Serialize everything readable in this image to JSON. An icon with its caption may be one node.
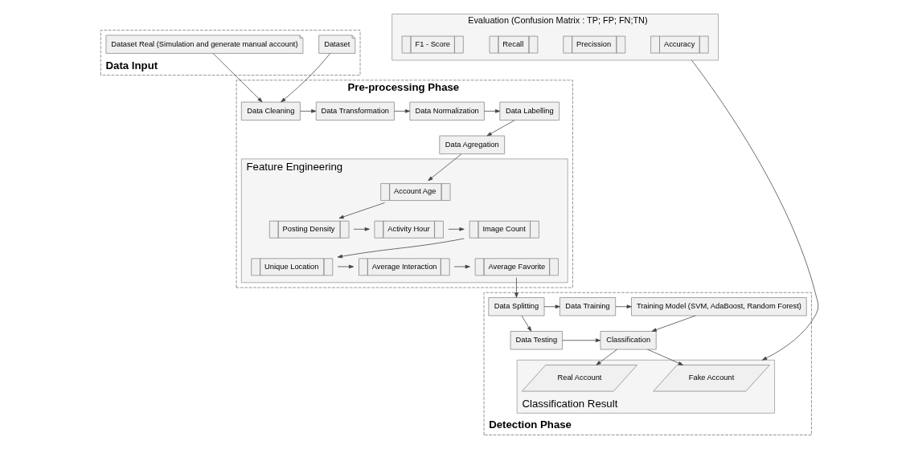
{
  "diagram": {
    "nodes": [
      {
        "text": [
          "Data Input"
        ]
      },
      {
        "text": [
          "Dataset"
        ],
        "in": 0
      },
      {
        "text": [
          "Dataset Real (Simulation and generate manual account)"
        ],
        "in": 0
      },
      {
        "text": [
          "Pre-processing Phase"
        ]
      },
      {
        "text": [
          "Data Cleaning"
        ],
        "in": 3
      },
      {
        "text": [
          "Data Transformation"
        ],
        "in": 3
      },
      {
        "text": [
          "Data Normalization"
        ],
        "in": 3
      },
      {
        "text": [
          "Data Labelling"
        ],
        "in": 3
      },
      {
        "text": [
          "Data Agregation"
        ],
        "in": 3
      },
      {
        "text": [
          "Feature Engineering"
        ],
        "in": 3
      },
      {
        "text": [
          "Account Age"
        ],
        "in": 9
      },
      {
        "text": [
          "Image Count"
        ],
        "in": 9
      },
      {
        "text": [
          "Activity Hour"
        ],
        "in": 9
      },
      {
        "text": [
          "Posting Density"
        ],
        "in": 9
      },
      {
        "text": [
          "Unique Location"
        ],
        "in": 9
      },
      {
        "text": [
          "Average Interaction"
        ],
        "in": 9
      },
      {
        "text": [
          "Average Favorite"
        ],
        "in": 9
      },
      {
        "text": [
          "Detection Phase"
        ]
      },
      {
        "text": [
          "Training Model (SVM, AdaBoost, Random Forest)"
        ],
        "in": 17
      },
      {
        "text": [
          "Data Training"
        ],
        "in": 17
      },
      {
        "text": [
          "Data Splitting"
        ],
        "in": 17
      },
      {
        "text": [
          "Classification"
        ],
        "in": 17
      },
      {
        "text": [
          "Data Testing"
        ],
        "in": 17
      },
      {
        "text": [
          "Classification Result"
        ],
        "in": 17
      },
      {
        "text": [
          "Fake Account"
        ],
        "in": 23
      },
      {
        "text": [
          "Real Account"
        ],
        "in": 23
      },
      {
        "text": [
          "Evaluation (Confusion Matrix : TP; FP; FN;TN)"
        ]
      },
      {
        "text": [
          "Accuracy"
        ],
        "in": 26
      },
      {
        "text": [
          "Precission"
        ],
        "in": 26
      },
      {
        "text": [
          "Recall"
        ],
        "in": 26
      },
      {
        "text": [
          "F1 - Score"
        ],
        "in": 26
      }
    ],
    "edges": [
      {
        "from": 1,
        "to": 4,
        "arrow": "to"
      },
      {
        "from": 2,
        "to": 4,
        "arrow": "to"
      },
      {
        "from": 4,
        "to": 5,
        "arrow": "to"
      },
      {
        "from": 5,
        "to": 6,
        "arrow": "to"
      },
      {
        "from": 6,
        "to": 7,
        "arrow": "to"
      },
      {
        "from": 7,
        "to": 8,
        "arrow": "to"
      },
      {
        "from": 8,
        "to": 10,
        "arrow": "to"
      },
      {
        "from": 10,
        "to": 13,
        "arrow": "to"
      },
      {
        "from": 13,
        "to": 12,
        "arrow": "to"
      },
      {
        "from": 12,
        "to": 11,
        "arrow": "to"
      },
      {
        "from": 11,
        "to": 14,
        "arrow": "to"
      },
      {
        "from": 14,
        "to": 15,
        "arrow": "to"
      },
      {
        "from": 15,
        "to": 16,
        "arrow": "to"
      },
      {
        "from": 16,
        "to": 20,
        "arrow": "to"
      },
      {
        "from": 20,
        "to": 19,
        "arrow": "to"
      },
      {
        "from": 19,
        "to": 18,
        "arrow": "to"
      },
      {
        "from": 20,
        "to": 22,
        "arrow": "to"
      },
      {
        "from": 22,
        "to": 21,
        "arrow": "to"
      },
      {
        "from": 18,
        "to": 21,
        "arrow": "to"
      },
      {
        "from": 21,
        "to": 24,
        "arrow": "to"
      },
      {
        "from": 21,
        "to": 25,
        "arrow": "to"
      },
      {
        "from": 26,
        "to": 23,
        "arrow": "to"
      }
    ]
  }
}
